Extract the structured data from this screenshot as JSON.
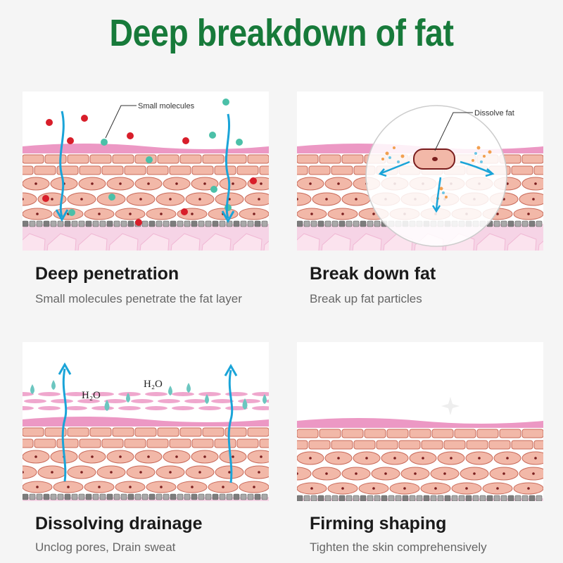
{
  "title": "Deep breakdown of fat",
  "cards": [
    {
      "title": "Deep penetration",
      "desc": "Small molecules penetrate the fat layer",
      "annotation": "Small molecules"
    },
    {
      "title": "Break down fat",
      "desc": "Break up fat particles",
      "annotation": "Dissolve fat"
    },
    {
      "title": "Dissolving drainage",
      "desc": "Unclog pores, Drain sweat",
      "labels": [
        "H₂O",
        "H₂O"
      ]
    },
    {
      "title": "Firming shaping",
      "desc": "Tighten the skin comprehensively"
    }
  ],
  "colors": {
    "title": "#177a3a",
    "cell_fill": "#f2b8a8",
    "cell_stroke": "#c86a5a",
    "nucleus": "#7a1e1e",
    "skin_top": "#ec98c4",
    "fat_tissue": "#f6d4e6",
    "arrow": "#1aa4d8",
    "red_particle": "#d81e2a",
    "green_particle": "#4bc0a8"
  }
}
